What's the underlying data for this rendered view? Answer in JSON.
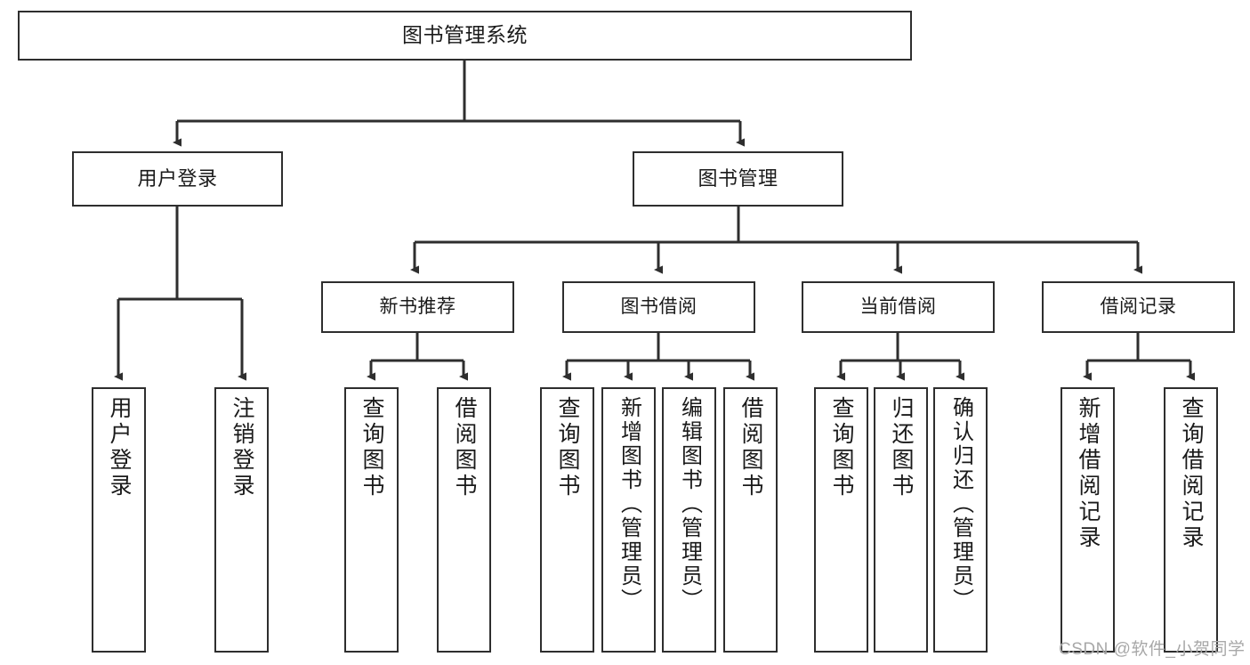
{
  "diagram": {
    "type": "tree-structure-chart",
    "title": "图书管理系统",
    "orientation": "top-down",
    "line_color": "#2e2e2e",
    "box_fill": "#ffffff",
    "watermark": "CSDN @软件_小贺同学"
  },
  "nodes": {
    "root": {
      "label": "图书管理系统"
    },
    "level2": [
      {
        "label": "用户登录"
      },
      {
        "label": "图书管理"
      }
    ],
    "level3": [
      {
        "label": "新书推荐"
      },
      {
        "label": "图书借阅"
      },
      {
        "label": "当前借阅"
      },
      {
        "label": "借阅记录"
      }
    ],
    "leaves": {
      "user_login": [
        {
          "label": "用户登录"
        },
        {
          "label": "注销登录"
        }
      ],
      "new_book_recommend": [
        {
          "label": "查询图书"
        },
        {
          "label": "借阅图书"
        }
      ],
      "book_borrow": [
        {
          "label": "查询图书"
        },
        {
          "label": "新增图书（管理员）"
        },
        {
          "label": "编辑图书（管理员）"
        },
        {
          "label": "借阅图书"
        }
      ],
      "current_borrow": [
        {
          "label": "查询图书"
        },
        {
          "label": "归还图书"
        },
        {
          "label": "确认归还（管理员）"
        }
      ],
      "borrow_record": [
        {
          "label": "新增借阅记录"
        },
        {
          "label": "查询借阅记录"
        }
      ]
    }
  }
}
